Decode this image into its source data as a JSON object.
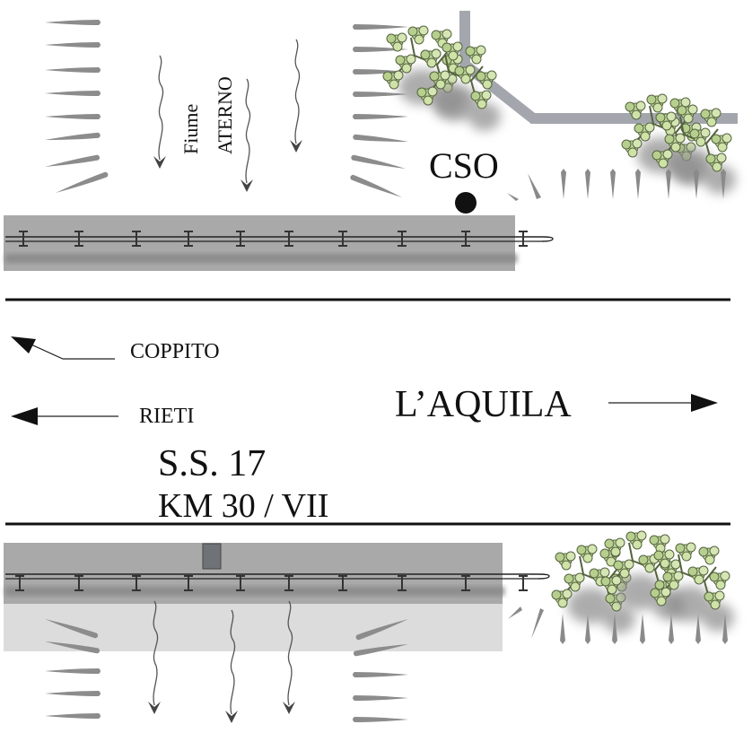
{
  "labels": {
    "river_prefix": "Fiume",
    "river_name": "ATERNO",
    "cso": "CSO",
    "coppito": "COPPITO",
    "rieti": "RIETI",
    "laquila": "L’AQUILA",
    "road": "S.S. 17",
    "km": "KM 30 / VII"
  },
  "colors": {
    "barrier_fill": "#a9a9a9",
    "shoulder_fill": "#dcdcdc",
    "road_line": "#111111",
    "foliage": "#c6dca0",
    "foliage_edge": "#55643f",
    "drain_marks": "#7a7a7a",
    "grey_wall": "#a3a7ad"
  },
  "icons": {
    "cso_marker": "filled-circle",
    "vegetation": "tree-cluster",
    "flow_arrow": "wavy-down-arrow",
    "direction_arrow": "arrow"
  }
}
